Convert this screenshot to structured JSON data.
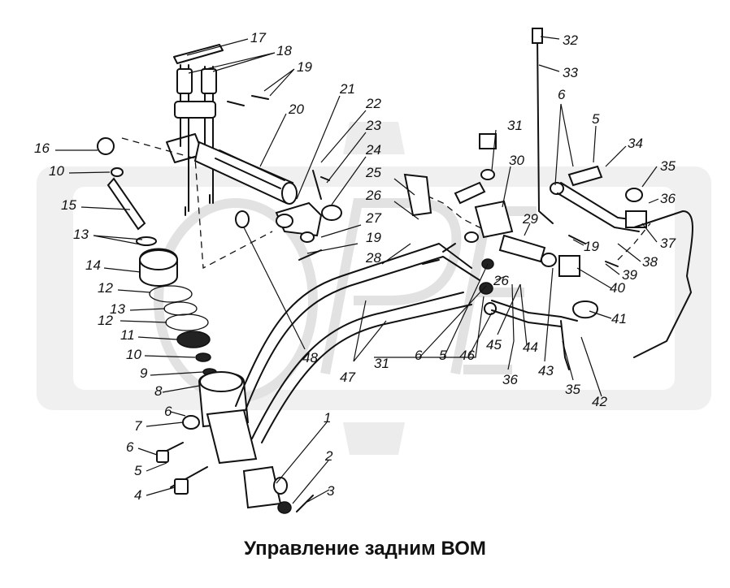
{
  "title": "Управление задним ВОМ",
  "callouts": [
    {
      "id": "l17a",
      "text": "17"
    },
    {
      "id": "l18a",
      "text": "18"
    },
    {
      "id": "l19a",
      "text": "19"
    },
    {
      "id": "l20",
      "text": "20"
    },
    {
      "id": "l21",
      "text": "21"
    },
    {
      "id": "l22",
      "text": "22"
    },
    {
      "id": "l23",
      "text": "23"
    },
    {
      "id": "l24",
      "text": "24"
    },
    {
      "id": "l25",
      "text": "25"
    },
    {
      "id": "l26a",
      "text": "26"
    },
    {
      "id": "l27",
      "text": "27"
    },
    {
      "id": "l19b",
      "text": "19"
    },
    {
      "id": "l28",
      "text": "28"
    },
    {
      "id": "l16",
      "text": "16"
    },
    {
      "id": "l10a",
      "text": "10"
    },
    {
      "id": "l15",
      "text": "15"
    },
    {
      "id": "l13a",
      "text": "13"
    },
    {
      "id": "l14",
      "text": "14"
    },
    {
      "id": "l12a",
      "text": "12"
    },
    {
      "id": "l13b",
      "text": "13"
    },
    {
      "id": "l12b",
      "text": "12"
    },
    {
      "id": "l11",
      "text": "11"
    },
    {
      "id": "l10b",
      "text": "10"
    },
    {
      "id": "l9",
      "text": "9"
    },
    {
      "id": "l8",
      "text": "8"
    },
    {
      "id": "l6a",
      "text": "6"
    },
    {
      "id": "l7",
      "text": "7"
    },
    {
      "id": "l6b",
      "text": "6"
    },
    {
      "id": "l5a",
      "text": "5"
    },
    {
      "id": "l4",
      "text": "4"
    },
    {
      "id": "l1",
      "text": "1"
    },
    {
      "id": "l2",
      "text": "2"
    },
    {
      "id": "l3",
      "text": "3"
    },
    {
      "id": "l48",
      "text": "48"
    },
    {
      "id": "l47",
      "text": "47"
    },
    {
      "id": "l31a",
      "text": "31"
    },
    {
      "id": "l6c",
      "text": "6"
    },
    {
      "id": "l5b",
      "text": "5"
    },
    {
      "id": "l46",
      "text": "46"
    },
    {
      "id": "l26b",
      "text": "26"
    },
    {
      "id": "l45",
      "text": "45"
    },
    {
      "id": "l44",
      "text": "44"
    },
    {
      "id": "l36a",
      "text": "36"
    },
    {
      "id": "l43",
      "text": "43"
    },
    {
      "id": "l35a",
      "text": "35"
    },
    {
      "id": "l42",
      "text": "42"
    },
    {
      "id": "l32",
      "text": "32"
    },
    {
      "id": "l33",
      "text": "33"
    },
    {
      "id": "l6d",
      "text": "6"
    },
    {
      "id": "l5c",
      "text": "5"
    },
    {
      "id": "l31b",
      "text": "31"
    },
    {
      "id": "l30",
      "text": "30"
    },
    {
      "id": "l29",
      "text": "29"
    },
    {
      "id": "l34",
      "text": "34"
    },
    {
      "id": "l35b",
      "text": "35"
    },
    {
      "id": "l36b",
      "text": "36"
    },
    {
      "id": "l37",
      "text": "37"
    },
    {
      "id": "l19c",
      "text": "19"
    },
    {
      "id": "l38",
      "text": "38"
    },
    {
      "id": "l39",
      "text": "39"
    },
    {
      "id": "l40",
      "text": "40"
    },
    {
      "id": "l41",
      "text": "41"
    }
  ]
}
